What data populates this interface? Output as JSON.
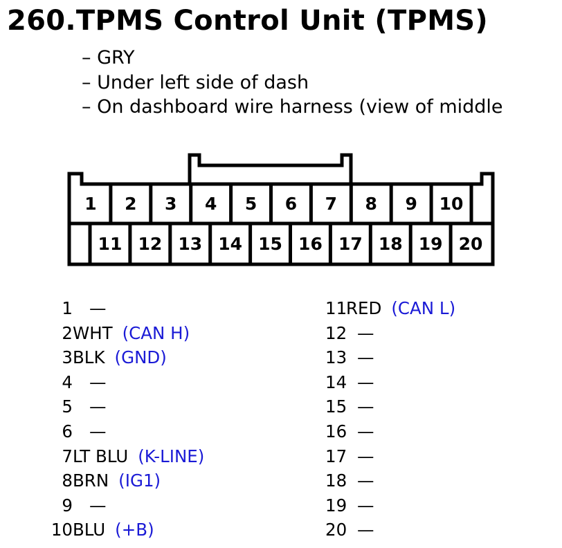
{
  "title": "260.TPMS Control Unit (TPMS)",
  "notes": [
    "– GRY",
    "– Under left side of dash",
    "– On dashboard wire harness (view of middle"
  ],
  "connector": {
    "top_row": [
      "1",
      "2",
      "3",
      "4",
      "5",
      "6",
      "7",
      "8",
      "9",
      "10"
    ],
    "bottom_row": [
      "11",
      "12",
      "13",
      "14",
      "15",
      "16",
      "17",
      "18",
      "19",
      "20"
    ]
  },
  "pins_left": [
    {
      "num": "1",
      "wire": "",
      "function": "",
      "empty": "—"
    },
    {
      "num": "2",
      "wire": "WHT",
      "function": "(CAN H)",
      "empty": ""
    },
    {
      "num": "3",
      "wire": "BLK",
      "function": "(GND)",
      "empty": ""
    },
    {
      "num": "4",
      "wire": "",
      "function": "",
      "empty": "—"
    },
    {
      "num": "5",
      "wire": "",
      "function": "",
      "empty": "—"
    },
    {
      "num": "6",
      "wire": "",
      "function": "",
      "empty": "—"
    },
    {
      "num": "7",
      "wire": "LT BLU",
      "function": "(K-LINE)",
      "empty": ""
    },
    {
      "num": "8",
      "wire": "BRN",
      "function": "(IG1)",
      "empty": ""
    },
    {
      "num": "9",
      "wire": "",
      "function": "",
      "empty": "—"
    },
    {
      "num": "10",
      "wire": "BLU",
      "function": "(+B)",
      "empty": ""
    }
  ],
  "pins_right": [
    {
      "num": "11",
      "wire": "RED",
      "function": "(CAN L)",
      "empty": ""
    },
    {
      "num": "12",
      "wire": "",
      "function": "",
      "empty": "—"
    },
    {
      "num": "13",
      "wire": "",
      "function": "",
      "empty": "—"
    },
    {
      "num": "14",
      "wire": "",
      "function": "",
      "empty": "—"
    },
    {
      "num": "15",
      "wire": "",
      "function": "",
      "empty": "—"
    },
    {
      "num": "16",
      "wire": "",
      "function": "",
      "empty": "—"
    },
    {
      "num": "17",
      "wire": "",
      "function": "",
      "empty": "—"
    },
    {
      "num": "18",
      "wire": "",
      "function": "",
      "empty": "—"
    },
    {
      "num": "19",
      "wire": "",
      "function": "",
      "empty": "—"
    },
    {
      "num": "20",
      "wire": "",
      "function": "",
      "empty": "—"
    }
  ],
  "colors": {
    "text": "#000000",
    "function_label": "#1a1ad6",
    "background": "#ffffff"
  }
}
